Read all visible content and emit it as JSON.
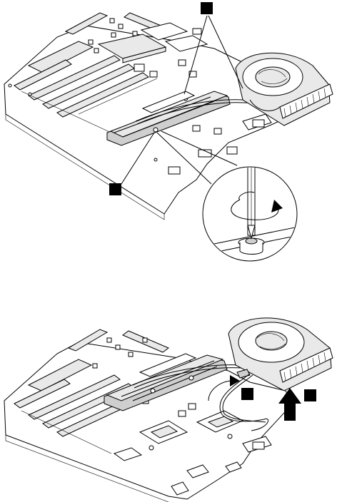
{
  "figure": {
    "top_step": {
      "callouts": [
        {
          "id": "callout-a",
          "label": ""
        },
        {
          "id": "callout-b",
          "label": ""
        }
      ]
    },
    "bottom_step": {
      "callouts": [
        {
          "id": "callout-c",
          "label": ""
        },
        {
          "id": "callout-d",
          "label": ""
        }
      ]
    }
  }
}
